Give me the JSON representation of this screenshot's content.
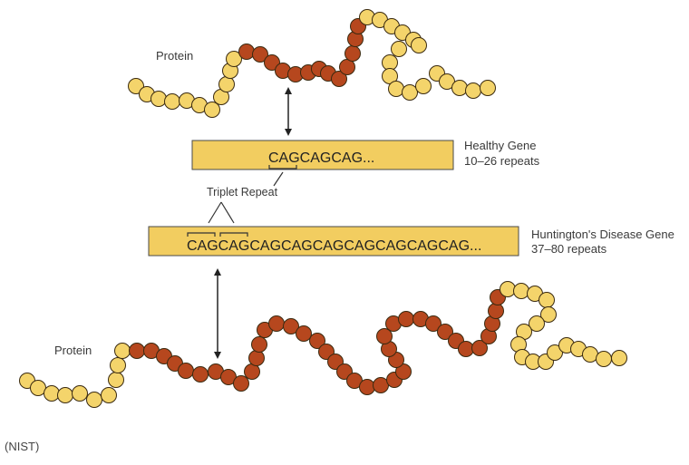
{
  "protein_top_label": "Protein",
  "protein_bottom_label": "Protein",
  "healthy_gene": {
    "sequence_highlight": "CAG",
    "sequence_rest": "CAGCAG...",
    "name": "Healthy Gene",
    "repeats": "10–26 repeats"
  },
  "triplet_label": "Triplet Repeat",
  "hd_gene": {
    "sequence_first": "CAG",
    "sequence_second": "CAG",
    "sequence_rest": "CAGCAGCAGCAGCAGCAGCAG...",
    "name": "Huntington's Disease Gene",
    "repeats": "37–80 repeats"
  },
  "caption": "(NIST)",
  "colors": {
    "bead_yellow": "#f4d46b",
    "bead_red": "#b6471e",
    "gene_box": "#f2cd60"
  }
}
